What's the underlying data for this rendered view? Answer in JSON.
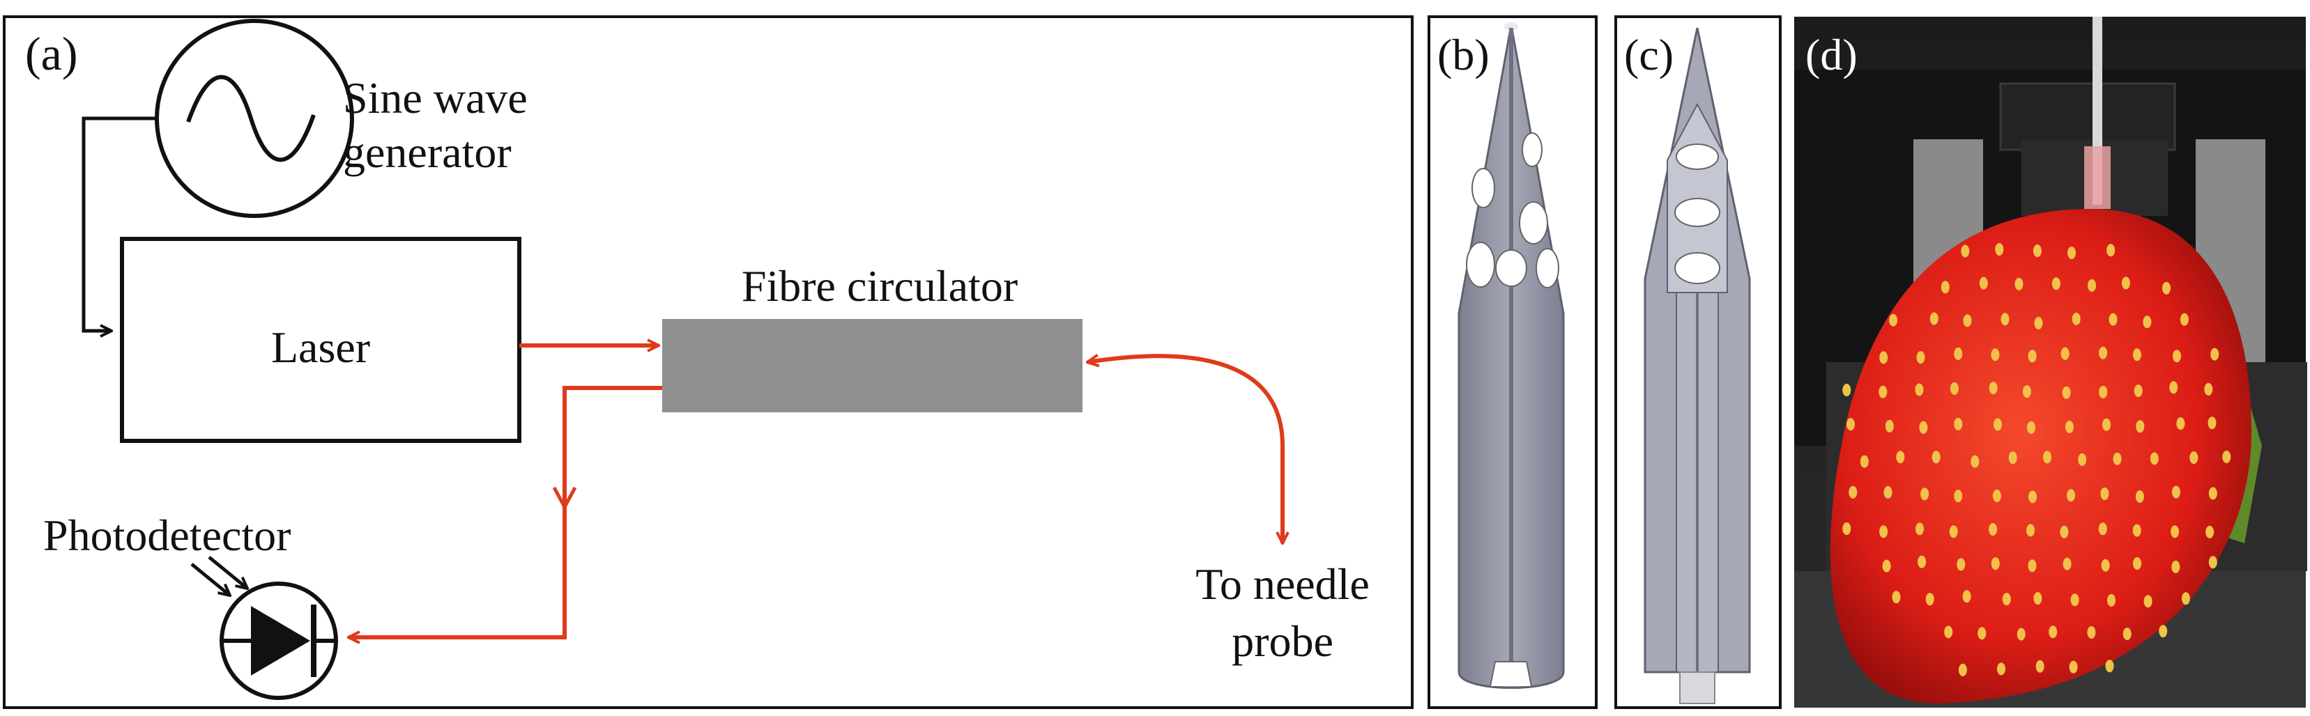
{
  "panels": {
    "a": {
      "letter": "(a)",
      "sine_label_line1": "Sine wave",
      "sine_label_line2": "generator",
      "laser_label": "Laser",
      "circulator_label": "Fibre circulator",
      "photodetector_label": "Photodetector",
      "needle_line1": "To needle",
      "needle_line2": "probe"
    },
    "b": {
      "letter": "(b)"
    },
    "c": {
      "letter": "(c)"
    },
    "d": {
      "letter": "(d)"
    }
  },
  "colors": {
    "signal_path": "#e03a1c",
    "electrical_path": "#111111",
    "circulator_fill": "#8f8f8f",
    "probe_body": "#9a9cab",
    "probe_shadow": "#6e7080",
    "strawberry": "#e8231c"
  }
}
